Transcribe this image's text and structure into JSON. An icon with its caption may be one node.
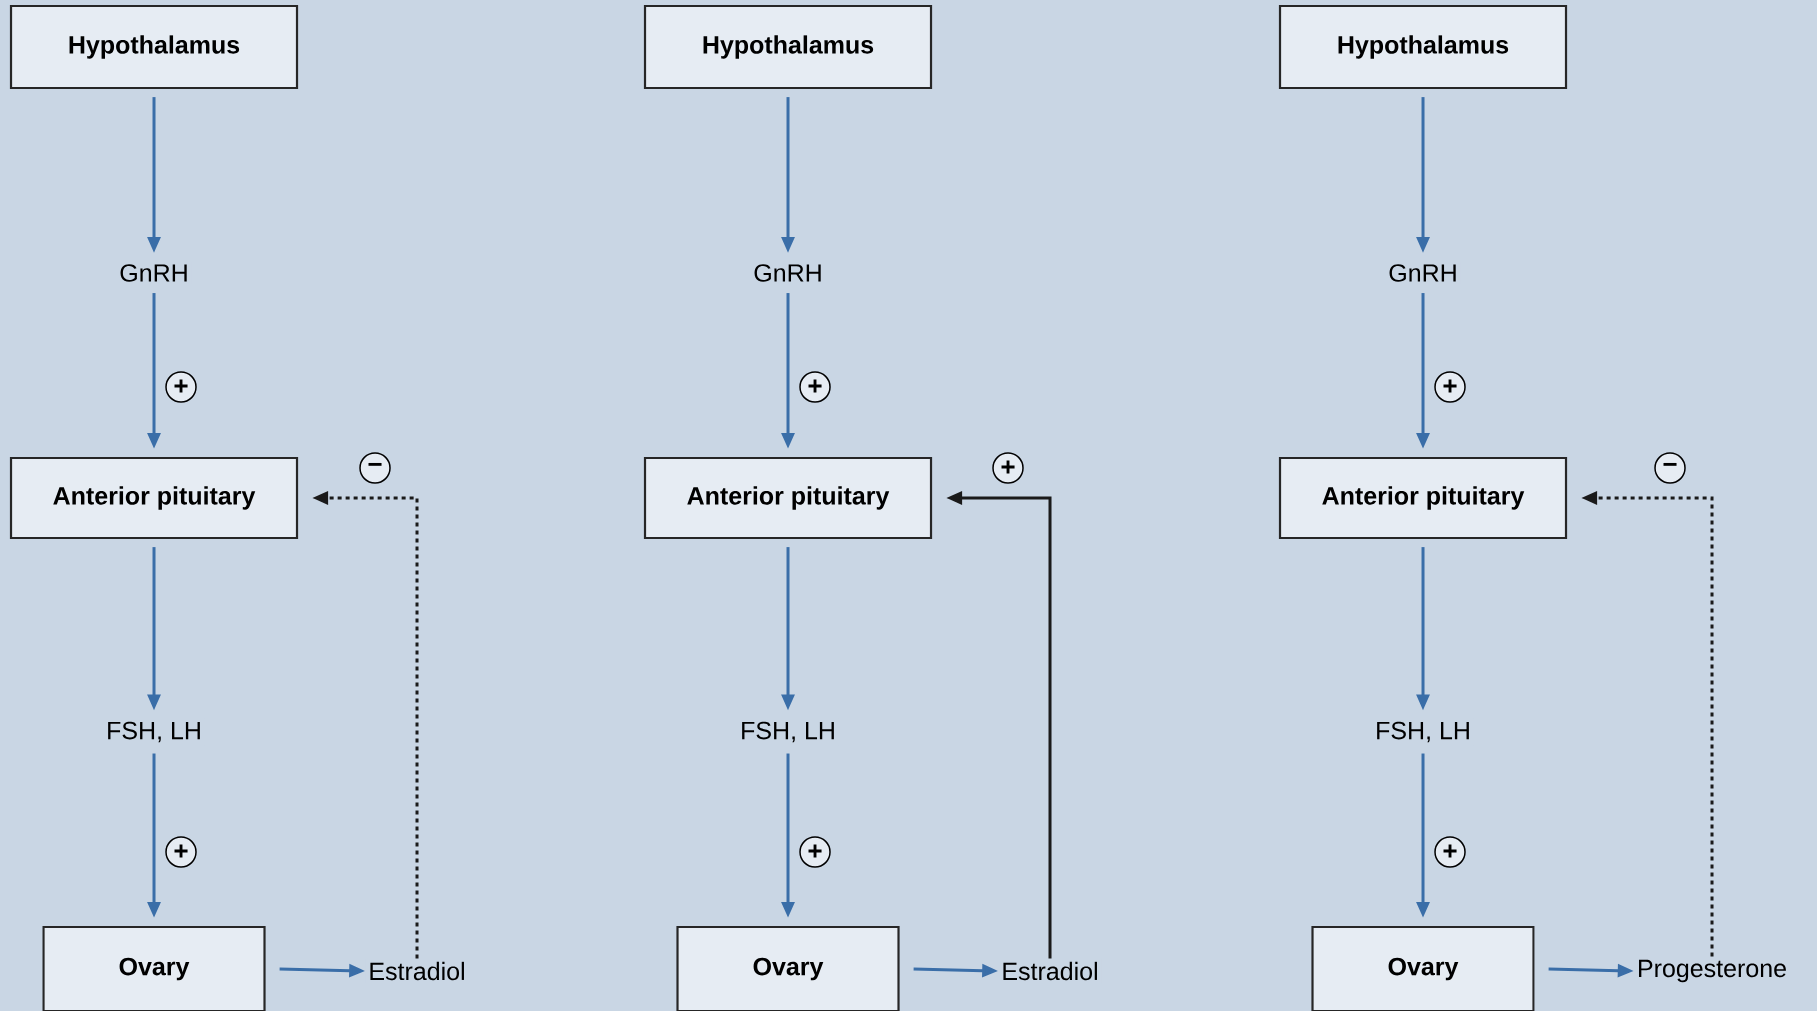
{
  "diagram": {
    "nodes": [
      {
        "text": [
          "Hypothalamus"
        ]
      },
      {
        "text": [
          "GnRH"
        ]
      },
      {
        "text": [
          "Anterior pituitary"
        ]
      },
      {
        "text": [
          "FSH, LH"
        ]
      },
      {
        "text": [
          "Ovary"
        ]
      },
      {
        "text": [
          "Estradiol"
        ]
      },
      {
        "text": [
          "Hypothalamus"
        ]
      },
      {
        "text": [
          "GnRH"
        ]
      },
      {
        "text": [
          "Anterior pituitary"
        ]
      },
      {
        "text": [
          "FSH, LH"
        ]
      },
      {
        "text": [
          "Ovary"
        ]
      },
      {
        "text": [
          "Estradiol"
        ]
      },
      {
        "text": [
          "Hypothalamus"
        ]
      },
      {
        "text": [
          "GnRH"
        ]
      },
      {
        "text": [
          "Anterior pituitary"
        ]
      },
      {
        "text": [
          "FSH, LH"
        ]
      },
      {
        "text": [
          "Ovary"
        ]
      },
      {
        "text": [
          "Progesterone"
        ]
      }
    ],
    "edges": [
      {
        "from": 0,
        "to": 1,
        "arrow": "to"
      },
      {
        "from": 1,
        "to": 2,
        "arrow": "to",
        "label": "+"
      },
      {
        "from": 2,
        "to": 3,
        "arrow": "to"
      },
      {
        "from": 3,
        "to": 4,
        "arrow": "to",
        "label": "+"
      },
      {
        "from": 4,
        "to": 5,
        "arrow": "to"
      },
      {
        "from": 5,
        "to": 2,
        "arrow": "to",
        "label": "−",
        "style": "dashed",
        "color": "#1a1a1a"
      },
      {
        "from": 6,
        "to": 7,
        "arrow": "to"
      },
      {
        "from": 7,
        "to": 8,
        "arrow": "to",
        "label": "+"
      },
      {
        "from": 8,
        "to": 9,
        "arrow": "to"
      },
      {
        "from": 9,
        "to": 10,
        "arrow": "to",
        "label": "+"
      },
      {
        "from": 10,
        "to": 11,
        "arrow": "to"
      },
      {
        "from": 11,
        "to": 8,
        "arrow": "to",
        "label": "+",
        "color": "#1a1a1a"
      },
      {
        "from": 12,
        "to": 13,
        "arrow": "to"
      },
      {
        "from": 13,
        "to": 14,
        "arrow": "to",
        "label": "+"
      },
      {
        "from": 14,
        "to": 15,
        "arrow": "to"
      },
      {
        "from": 15,
        "to": 16,
        "arrow": "to",
        "label": "+"
      },
      {
        "from": 16,
        "to": 17,
        "arrow": "to"
      },
      {
        "from": 17,
        "to": 14,
        "arrow": "to",
        "label": "−",
        "style": "dashed",
        "color": "#1a1a1a"
      }
    ]
  }
}
